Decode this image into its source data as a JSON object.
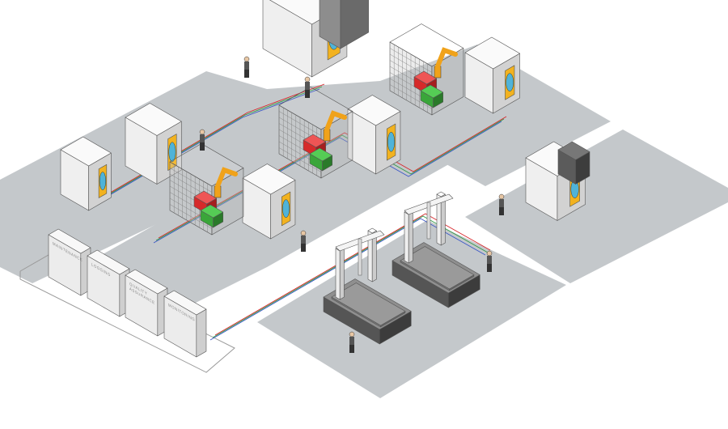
{
  "cabinets": [
    {
      "label": "MAINTENANCE"
    },
    {
      "label": "LOGGING"
    },
    {
      "label": "QUALITY ASSURANCE"
    },
    {
      "label": "MONITORING"
    }
  ],
  "colors": {
    "floor": "#c4c8cb",
    "machine": "#f1f1f1",
    "panel": "#f2b21f",
    "screen": "#4fb3d8",
    "robot": "#f0a21a",
    "bin_red": "#d62a2a",
    "bin_green": "#3aa63a",
    "cable_red": "#d8262b",
    "cable_green": "#2f9a45",
    "cable_blue": "#3a56c6"
  }
}
